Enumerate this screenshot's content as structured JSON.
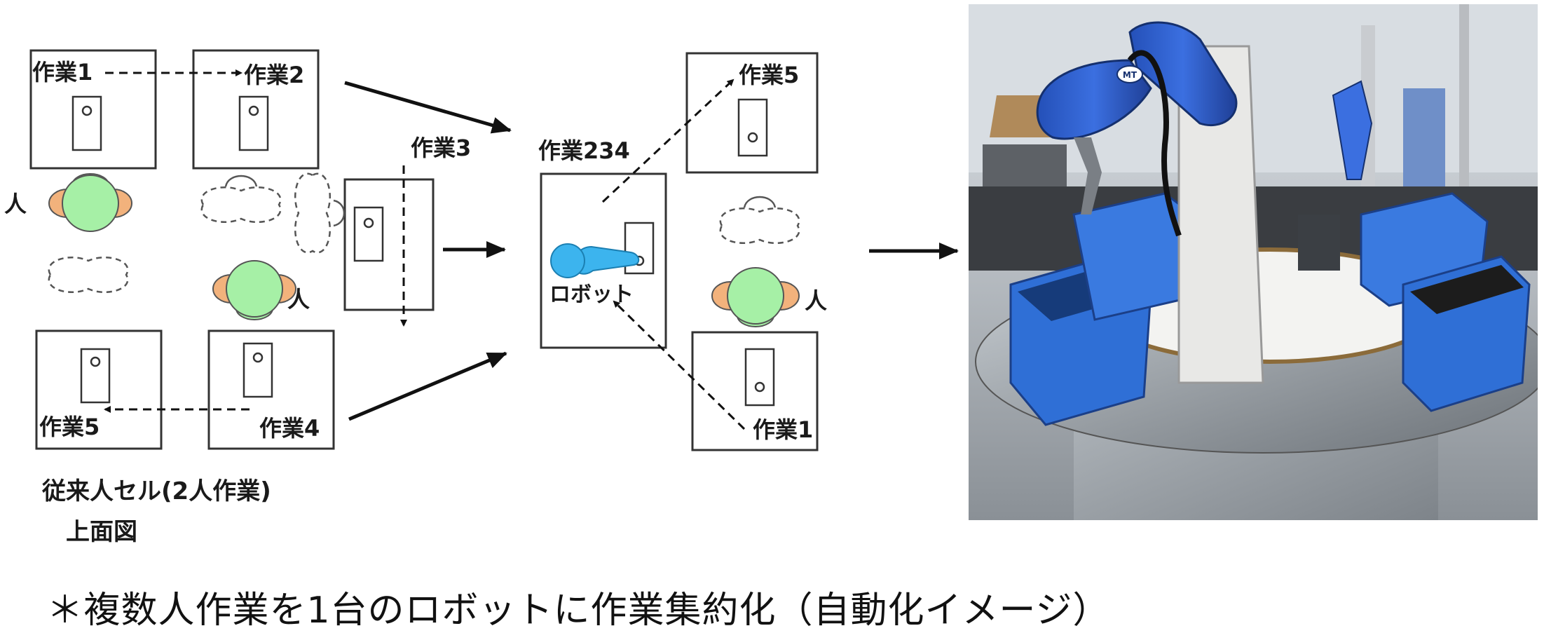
{
  "conventional": {
    "tasks": [
      "作業1",
      "作業2",
      "作業3",
      "作業4",
      "作業5"
    ],
    "person_label": "人",
    "caption_line1": "従来人セル(2人作業)",
    "caption_line2": "上面図"
  },
  "robot_cell": {
    "merged_task": "作業234",
    "robot_label": "ロボット",
    "task_top": "作業5",
    "task_bottom": "作業1",
    "person_label": "人"
  },
  "caption": "＊複数人作業を1台のロボットに作業集約化（自動化イメージ）",
  "photo_label": "MT",
  "colors": {
    "person_body": "#a6f0a6",
    "person_arm": "#f2b27c",
    "robot": "#3cb4ee",
    "photo_robot": "#2f5fc9"
  }
}
